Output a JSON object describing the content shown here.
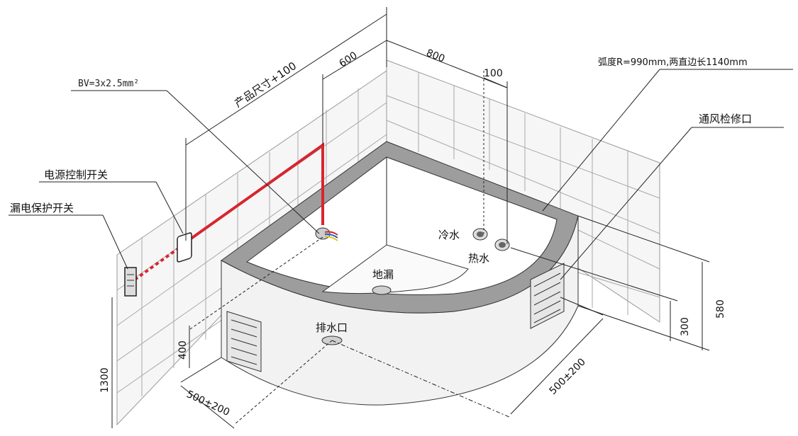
{
  "labels": {
    "cable": "BV=3x2.5mm²",
    "product_size": "产品尺寸+100",
    "power_switch": "电源控制开关",
    "leakage_switch": "漏电保护开关",
    "arc_note": "弧度R=990mm,两直边长1140mm",
    "vent": "通风检修口",
    "cold_water": "冷水",
    "hot_water": "热水",
    "floor_drain": "地漏",
    "drain_outlet": "排水口"
  },
  "dimensions": {
    "d600": "600",
    "d800": "800",
    "d100": "100",
    "d580": "580",
    "d300": "300",
    "d1300": "1300",
    "d400": "400",
    "d500_left": "500±200",
    "d500_right": "500±200"
  },
  "colors": {
    "wire": "#d7262e",
    "tile": "#f4f4f4",
    "rim": "#9d9d9d",
    "line": "#222222"
  }
}
